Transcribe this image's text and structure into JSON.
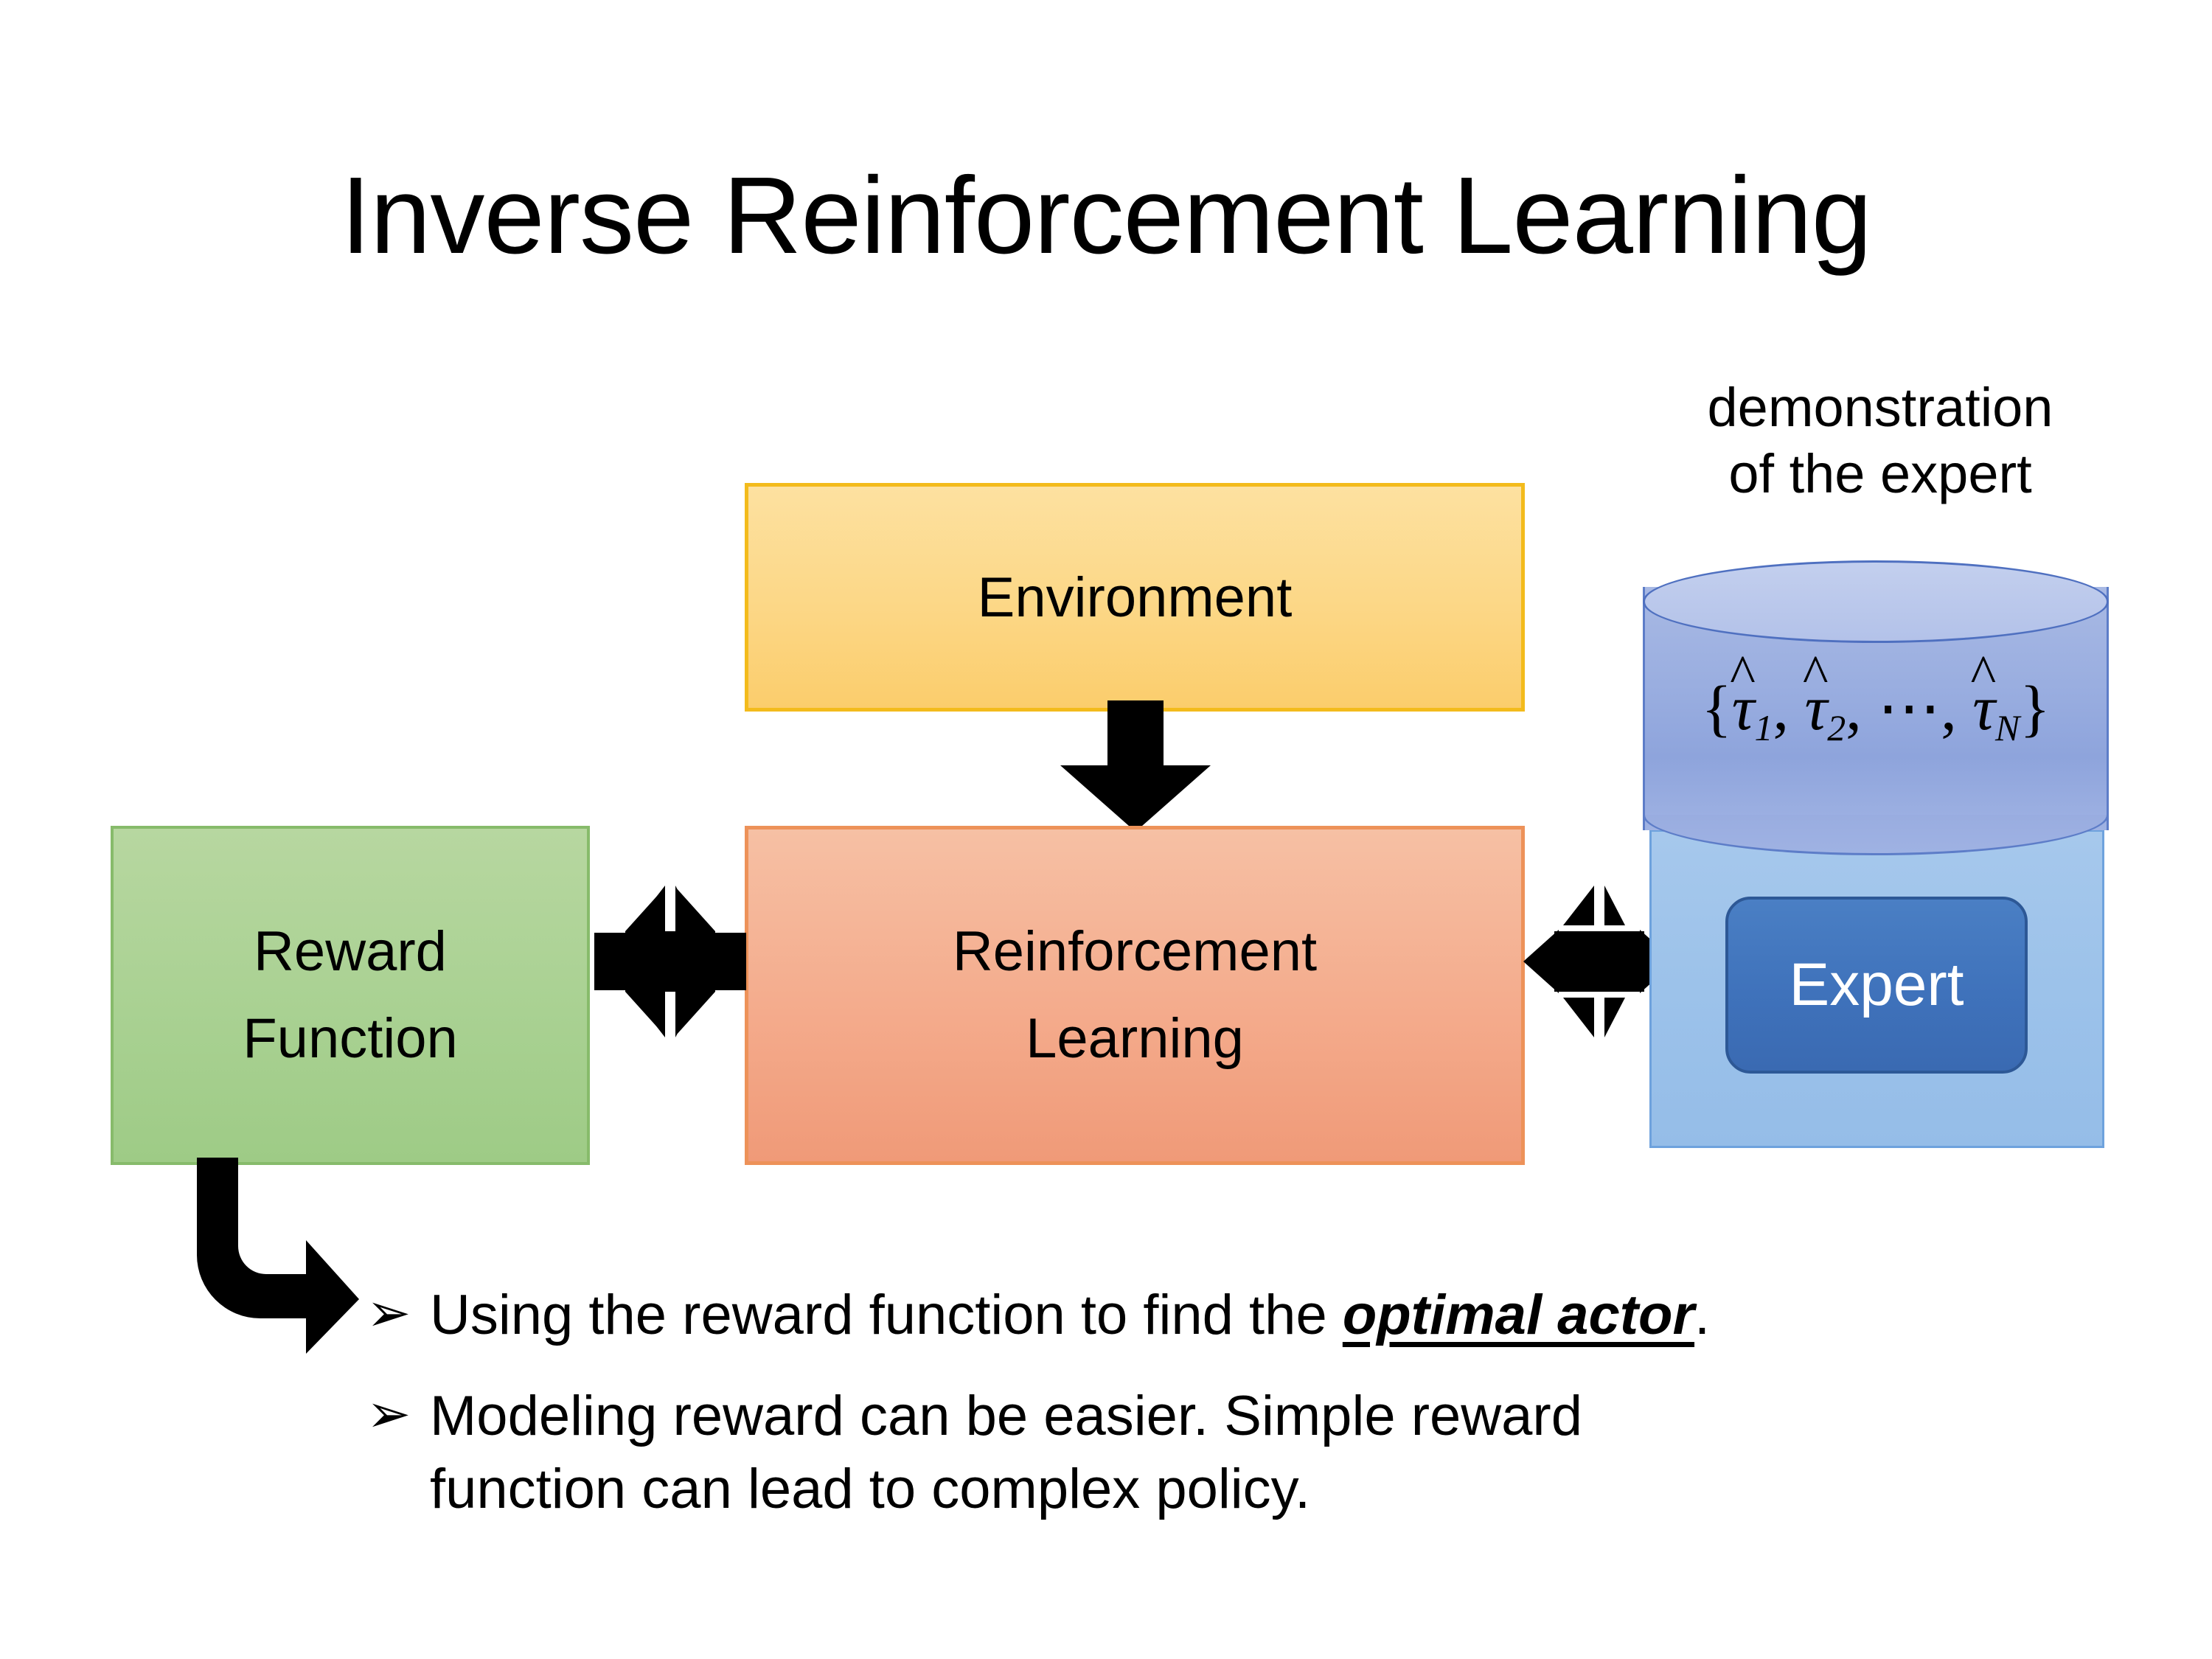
{
  "slide": {
    "title": "Inverse Reinforcement Learning",
    "background_color": "#ffffff"
  },
  "diagram": {
    "environment_box": {
      "label": "Environment",
      "fill_color": "#fcd786",
      "border_color": "#f3bb1c"
    },
    "reinforcement_learning_box": {
      "label_line1": "Reinforcement",
      "label_line2": "Learning",
      "fill_color": "#f4ab8c",
      "border_color": "#ed9259"
    },
    "reward_function_box": {
      "label_line1": "Reward",
      "label_line2": "Function",
      "fill_color": "#a9d192",
      "border_color": "#87bb6b"
    },
    "expert_panel": {
      "fill_color": "#9cc2ea",
      "border_color": "#6ea2dd"
    },
    "expert_box": {
      "label": "Expert",
      "fill_color": "#3f72bb",
      "border_color": "#2d5896",
      "text_color": "#ffffff"
    },
    "demonstration_caption": {
      "line1": "demonstration",
      "line2": "of the expert"
    },
    "trajectory_set": {
      "open_brace": "{",
      "tau_symbol": "τ",
      "hat_symbol": "̂",
      "sub1": "1",
      "sub2": "2",
      "ellipsis": "⋯",
      "subN": "N",
      "comma": ",",
      "close_brace": "}",
      "plain_text": "{τ̂1, τ̂2, ⋯, τ̂N}",
      "cylinder_fill_color": "#9aaee0",
      "cylinder_border_color": "#5d7dc8"
    },
    "arrows": [
      {
        "name": "environment-to-rl-arrow",
        "direction": "down",
        "color": "#000000"
      },
      {
        "name": "reward-rl-quad-arrow",
        "direction": "four-way",
        "color": "#000000"
      },
      {
        "name": "rl-expert-quad-arrow",
        "direction": "four-way",
        "color": "#000000"
      },
      {
        "name": "reward-to-bullet-bent-arrow",
        "direction": "down-then-right",
        "color": "#000000"
      }
    ]
  },
  "bullets": [
    {
      "marker": "➢",
      "text_before": "Using the reward function to find the ",
      "emphasis": "optimal actor",
      "text_after": "."
    },
    {
      "marker": "➢",
      "line1": "Modeling reward can be easier. Simple reward",
      "line2": "function can lead to complex policy."
    }
  ]
}
